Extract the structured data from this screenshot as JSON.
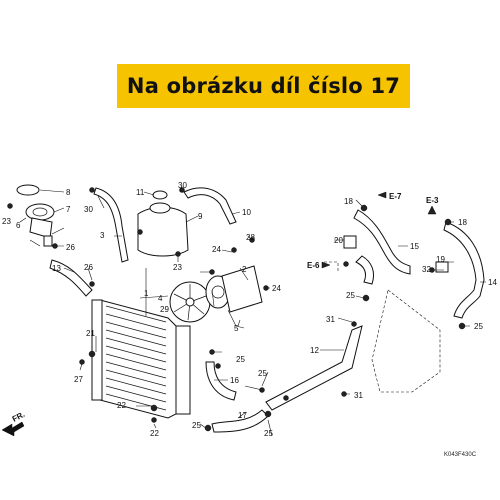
{
  "banner": {
    "text": "Na obrázku díl číslo 17"
  },
  "diagram": {
    "labels": {
      "n1": "1",
      "n2": "2",
      "n3": "3",
      "n4": "4",
      "n5": "5",
      "n6": "6",
      "n7": "7",
      "n8": "8",
      "n9": "9",
      "n10": "10",
      "n11": "11",
      "n12": "12",
      "n13": "13",
      "n14": "14",
      "n15": "15",
      "n16": "16",
      "n17": "17",
      "n18a": "18",
      "n18b": "18",
      "n19": "19",
      "n20": "20",
      "n21": "21",
      "n22a": "22",
      "n22b": "22",
      "n23a": "23",
      "n23b": "23",
      "n24a": "24",
      "n24b": "24",
      "n25a": "25",
      "n25b": "25",
      "n25c": "25",
      "n25d": "25",
      "n25e": "25",
      "n25f": "25",
      "n26a": "26",
      "n26b": "26",
      "n27": "27",
      "n28": "28",
      "n29": "29",
      "n30a": "30",
      "n30b": "30",
      "n31a": "31",
      "n31b": "31",
      "n32": "32"
    },
    "refs": {
      "e7": "E-7",
      "e3": "E-3",
      "e6": "E-6"
    },
    "direction": "FR.",
    "code": "K043F430C"
  }
}
